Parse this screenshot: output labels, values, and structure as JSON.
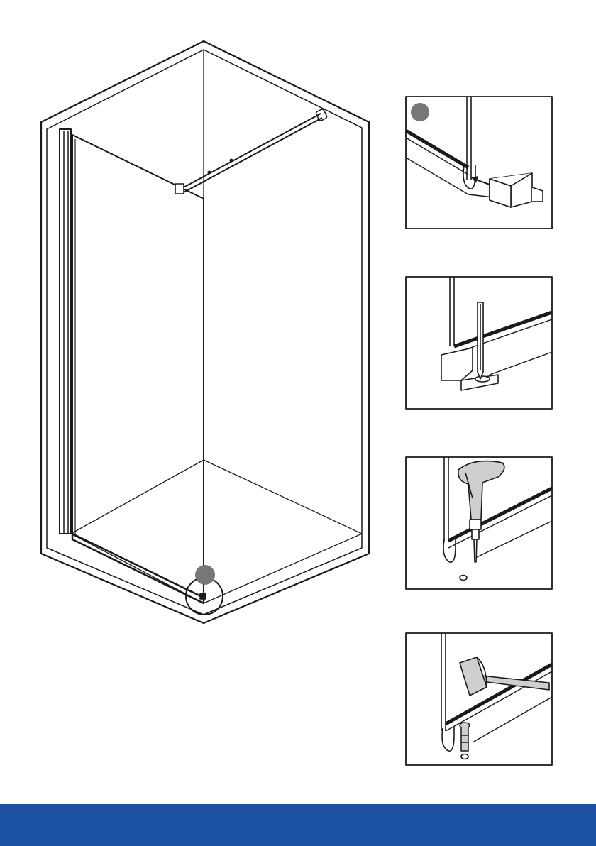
{
  "colors": {
    "line": "#1a1a1a",
    "marker": "#777777",
    "tool_grey": "#cfcfcf",
    "footer": "#1d52a3"
  },
  "icons": {
    "step_marker": "grey-circle-icon",
    "detail_callout": "magnifier-circle-icon"
  },
  "detail_panels": [
    {
      "id": "panel1",
      "depicts": "glass-clamp-slide-onto-glass-icon"
    },
    {
      "id": "panel2",
      "depicts": "pencil-mark-drill-point-icon"
    },
    {
      "id": "panel3",
      "depicts": "drill-icon"
    },
    {
      "id": "panel4",
      "depicts": "hammer-wall-plug-icon"
    }
  ]
}
